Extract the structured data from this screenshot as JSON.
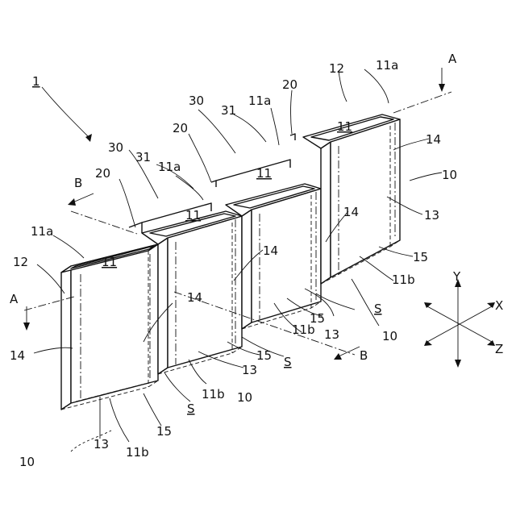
{
  "labels": {
    "assembly": "1",
    "case_label": "11",
    "edge_top": "11a",
    "edge_bottom": "11b",
    "wall_12": "12",
    "wall_13": "13",
    "wall_14": "14",
    "part_15": "15",
    "connector": "20",
    "bridge": "30",
    "bridge_inner": "31",
    "unit": "10",
    "gap": "S",
    "section_a": "A",
    "section_b": "B"
  },
  "axes": {
    "x": "X",
    "y": "Y",
    "z": "Z"
  }
}
